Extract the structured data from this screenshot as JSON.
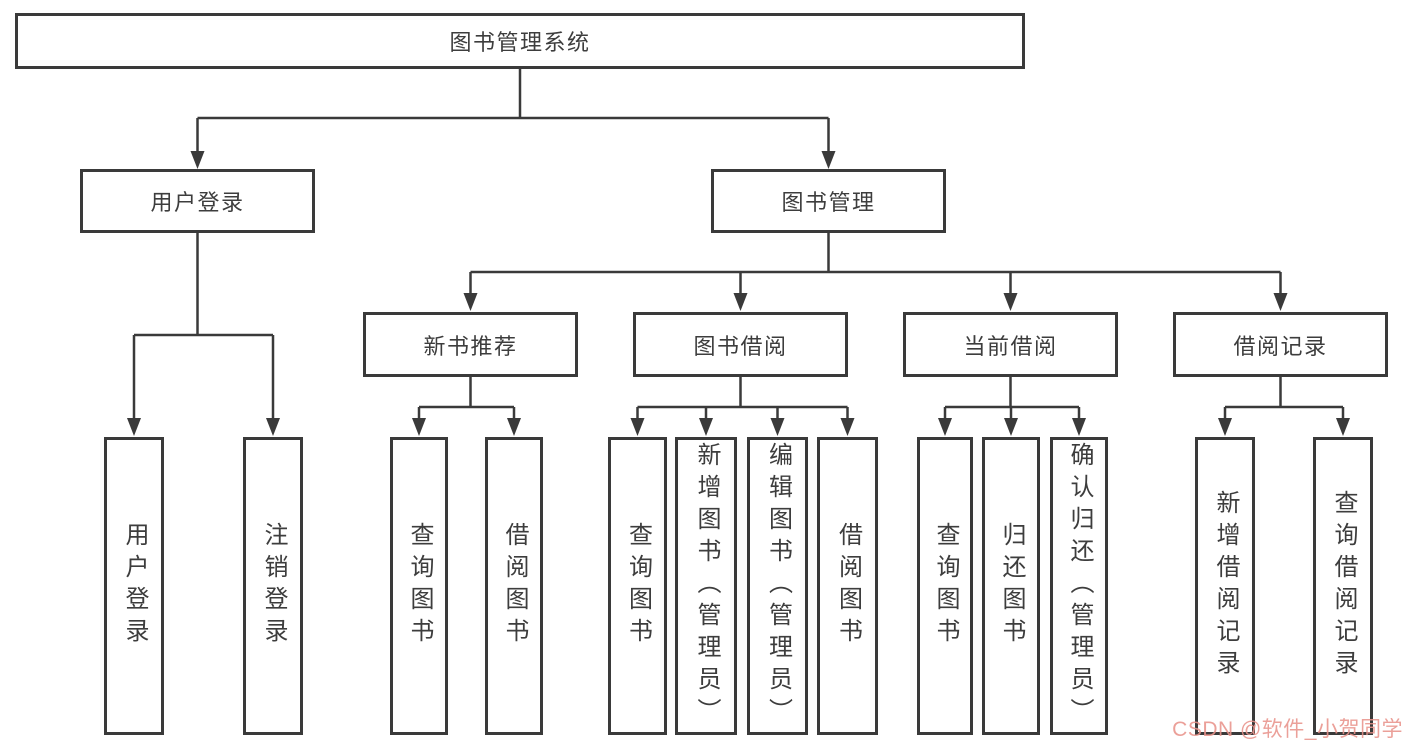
{
  "tree": {
    "label": "图书管理系统",
    "children": [
      {
        "label": "用户登录",
        "children": [
          {
            "label": "用户登录"
          },
          {
            "label": "注销登录"
          }
        ]
      },
      {
        "label": "图书管理",
        "children": [
          {
            "label": "新书推荐",
            "children": [
              {
                "label": "查询图书"
              },
              {
                "label": "借阅图书"
              }
            ]
          },
          {
            "label": "图书借阅",
            "children": [
              {
                "label": "查询图书"
              },
              {
                "label": "新增图书（管理员）"
              },
              {
                "label": "编辑图书（管理员）"
              },
              {
                "label": "借阅图书"
              }
            ]
          },
          {
            "label": "当前借阅",
            "children": [
              {
                "label": "查询图书"
              },
              {
                "label": "归还图书"
              },
              {
                "label": "确认归还（管理员）"
              }
            ]
          },
          {
            "label": "借阅记录",
            "children": [
              {
                "label": "新增借阅记录"
              },
              {
                "label": "查询借阅记录"
              }
            ]
          }
        ]
      }
    ]
  },
  "watermark": "CSDN @软件_小贺同学",
  "colors": {
    "line": "#3a3a3a",
    "box_border": "#3a3a3a",
    "text": "#3d3d3d",
    "watermark": "#e9938b",
    "background": "#ffffff"
  }
}
